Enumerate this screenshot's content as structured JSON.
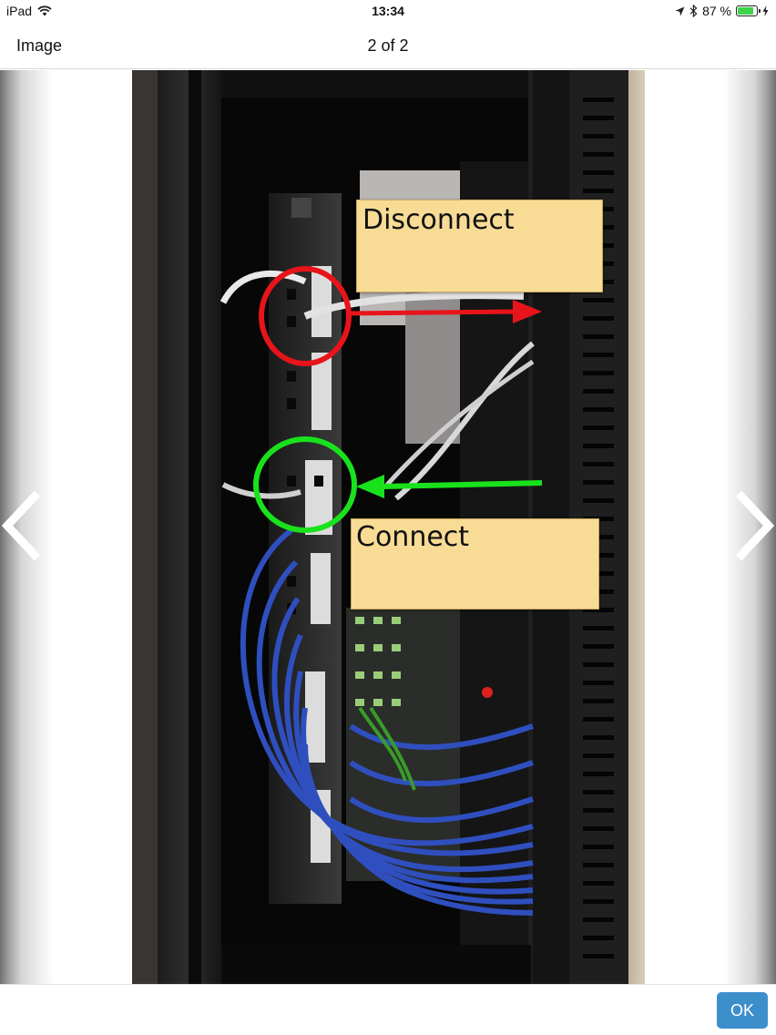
{
  "status_bar": {
    "device": "iPad",
    "time": "13:34",
    "battery_percent": "87 %",
    "battery_level": 0.87
  },
  "nav": {
    "title": "Image",
    "counter": "2 of 2"
  },
  "photo": {
    "annotations": {
      "disconnect_label": "Disconnect",
      "connect_label": "Connect",
      "disconnect_color": "#e8141b",
      "connect_color": "#19e21c",
      "note_color": "#f8dc96"
    }
  },
  "footer": {
    "ok_label": "OK"
  },
  "colors": {
    "accent": "#3d8fcc",
    "battery": "#3cd44a"
  }
}
